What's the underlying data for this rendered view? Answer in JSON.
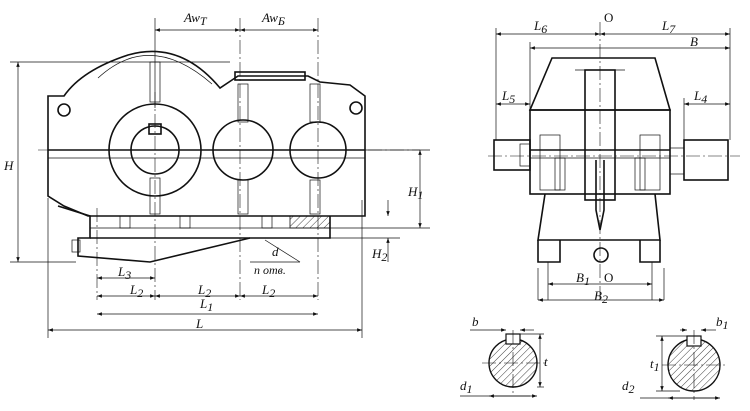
{
  "labels": {
    "awT": "Aw",
    "awT_sub": "T",
    "awB": "Aw",
    "awB_sub": "Б",
    "H": "H",
    "H1": "H",
    "H1_sub": "1",
    "H2": "H",
    "H2_sub": "2",
    "L": "L",
    "L1": "L",
    "L1_sub": "1",
    "L2a": "L",
    "L2a_sub": "2",
    "L2b": "L",
    "L2b_sub": "2",
    "L2c": "L",
    "L2c_sub": "2",
    "L3": "L",
    "L3_sub": "3",
    "d": "d",
    "n_holes": "n отв.",
    "O_top": "O",
    "O_bottom": "O",
    "L4": "L",
    "L4_sub": "4",
    "L5": "L",
    "L5_sub": "5",
    "L6": "L",
    "L6_sub": "6",
    "L7": "L",
    "L7_sub": "7",
    "B": "B",
    "B1": "B",
    "B1_sub": "1",
    "B2": "B",
    "B2_sub": "2",
    "b": "b",
    "b1": "b",
    "b1_sub": "1",
    "t": "t",
    "t1": "t",
    "t1_sub": "1",
    "d1": "d",
    "d1_sub": "1",
    "d2": "d",
    "d2_sub": "2"
  }
}
